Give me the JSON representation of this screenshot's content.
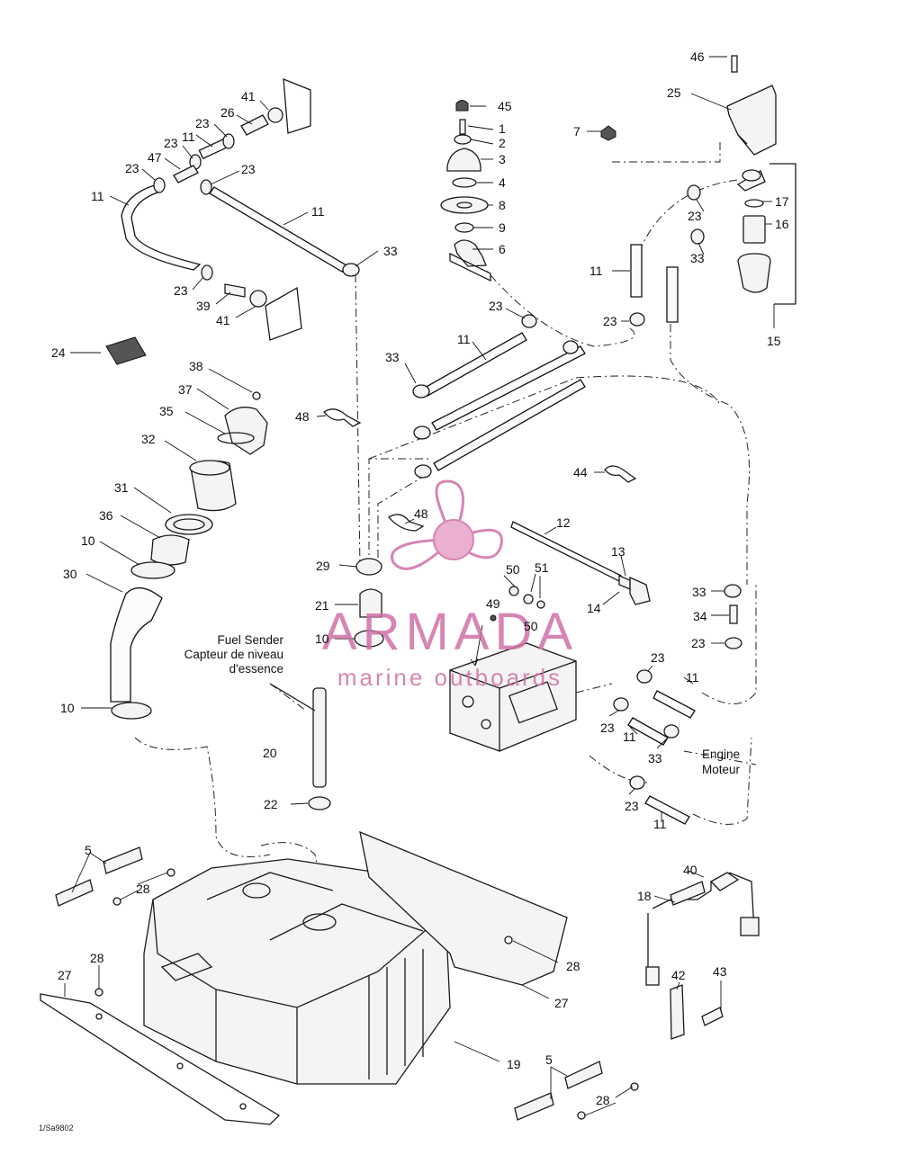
{
  "callouts": {
    "c46": "46",
    "c25": "25",
    "c7": "7",
    "c45": "45",
    "c1": "1",
    "c2": "2",
    "c3": "3",
    "c4": "4",
    "c8": "8",
    "c9": "9",
    "c6": "6",
    "c41a": "41",
    "c26": "26",
    "c23a": "23",
    "c11a": "11",
    "c23b": "23",
    "c47": "47",
    "c23c": "23",
    "c23d": "23",
    "c11b": "11",
    "c11c": "11",
    "c33a": "33",
    "c23e": "23",
    "c39": "39",
    "c41b": "41",
    "c24": "24",
    "c38": "38",
    "c37": "37",
    "c35": "35",
    "c32": "32",
    "c31": "31",
    "c36": "36",
    "c10a": "10",
    "c30": "30",
    "c10b": "10",
    "c17": "17",
    "c23f": "23",
    "c16": "16",
    "c33b": "33",
    "c11d": "11",
    "c15": "15",
    "c23g": "23",
    "c23h": "23",
    "c11e": "11",
    "c33c": "33",
    "c48a": "48",
    "c44": "44",
    "c48b": "48",
    "c12": "12",
    "c13": "13",
    "c14": "14",
    "c29": "29",
    "c50a": "50",
    "c51": "51",
    "c50b": "50",
    "c49": "49",
    "c21": "21",
    "c10c": "10",
    "c33d": "33",
    "c34": "34",
    "c23i": "23",
    "c23j": "23",
    "c11f": "11",
    "c23k": "23",
    "c11g": "11",
    "c33e": "33",
    "c23l": "23",
    "c11h": "11",
    "c20": "20",
    "c22": "22",
    "c5a": "5",
    "c28a": "28",
    "c40": "40",
    "c18": "18",
    "c28b": "28",
    "c27a": "27",
    "c42": "42",
    "c43": "43",
    "c28c": "28",
    "c27b": "27",
    "c19": "19",
    "c5b": "5",
    "c28d": "28"
  },
  "notes": {
    "fuel_sender_en": "Fuel Sender",
    "fuel_sender_fr1": "Capteur de niveau",
    "fuel_sender_fr2": "d'essence",
    "engine_en": "Engine",
    "engine_fr": "Moteur",
    "ref_code": "1/Sa9802"
  },
  "watermark": {
    "brand": "ARMADA",
    "tagline": "marine outboards",
    "color": "#d070a8"
  }
}
